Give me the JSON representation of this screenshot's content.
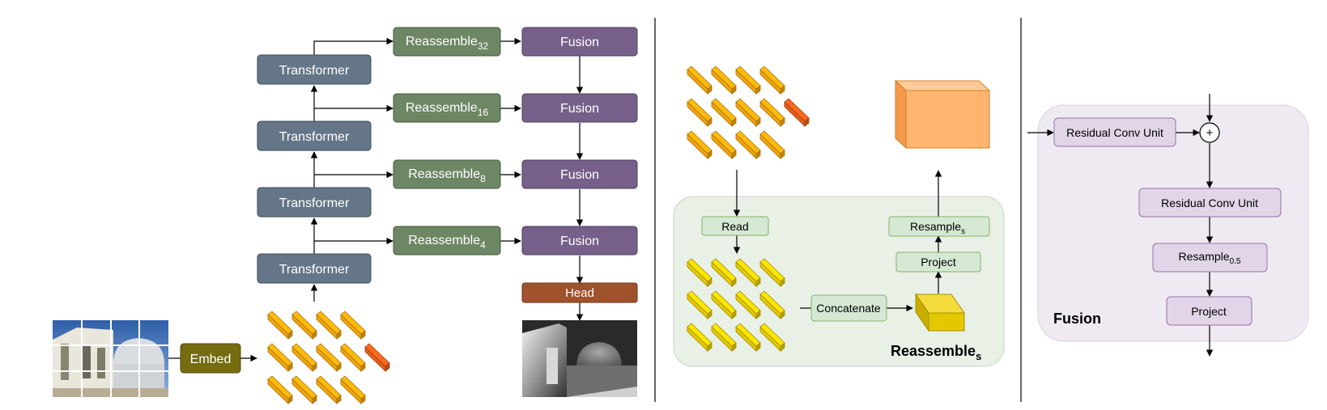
{
  "left": {
    "transformer_label": "Transformer",
    "reassemble_label": "Reassemble",
    "reassemble_subscripts": [
      "32",
      "16",
      "8",
      "4"
    ],
    "fusion_label": "Fusion",
    "head_label": "Head",
    "embed_label": "Embed"
  },
  "middle": {
    "read_label": "Read",
    "concatenate_label": "Concatenate",
    "project_label": "Project",
    "resample_label": "Resample",
    "resample_subscript": "s",
    "title": "Reassemble",
    "title_subscript": "s"
  },
  "right": {
    "residual_label": "Residual Conv Unit",
    "resample_label": "Resample",
    "resample_subscript": "0.5",
    "project_label": "Project",
    "title": "Fusion",
    "plus_symbol": "+"
  },
  "colors": {
    "transformer": "#647687",
    "reassemble": "#6d8764",
    "fusion": "#76608a",
    "head": "#a0522d",
    "embed": "#756b10",
    "token_orange": "#f0a30a",
    "token_red": "#e65c1a",
    "token_yellow": "#e3c800",
    "light_green_box": "#d5e8d4",
    "light_purple_box": "#e1d5e7",
    "panel_green": "#e9f0e6",
    "panel_purple": "#efeaf2",
    "cube_orange": "#ffb570"
  }
}
